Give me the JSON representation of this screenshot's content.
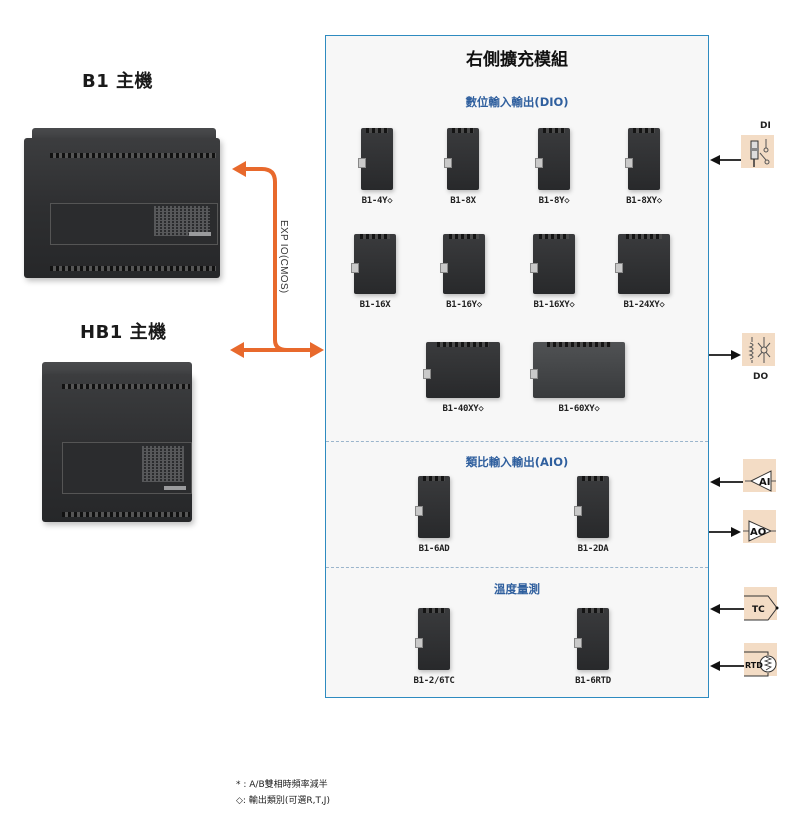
{
  "hosts": {
    "b1_title": "B1 主機",
    "hb1_title": "HB1 主機"
  },
  "bus": {
    "label": "EXP IO(CMOS)",
    "arrow_color": "#e8692c"
  },
  "panel": {
    "title": "右側擴充模組",
    "border_color": "#2e8bc0",
    "sections": {
      "dio": {
        "title": "數位輸入輸出(DIO)",
        "modules": [
          "B1-4Y◇",
          "B1-8X",
          "B1-8Y◇",
          "B1-8XY◇",
          "B1-16X",
          "B1-16Y◇",
          "B1-16XY◇",
          "B1-24XY◇",
          "B1-40XY◇",
          "B1-60XY◇"
        ]
      },
      "aio": {
        "title": "類比輸入輸出(AIO)",
        "modules": [
          "B1-6AD",
          "B1-2DA"
        ]
      },
      "temp": {
        "title": "溫度量測",
        "modules": [
          "B1-2/6TC",
          "B1-6RTD"
        ]
      }
    }
  },
  "signals": [
    {
      "id": "di",
      "label": "DI",
      "direction": "in"
    },
    {
      "id": "do",
      "label": "DO",
      "direction": "out"
    },
    {
      "id": "ai",
      "label": "AI",
      "direction": "in"
    },
    {
      "id": "ao",
      "label": "AO",
      "direction": "out"
    },
    {
      "id": "tc",
      "label": "TC",
      "direction": "in"
    },
    {
      "id": "rtd",
      "label": "RTD",
      "direction": "in"
    }
  ],
  "footnotes": [
    "* : A/B雙相時頻率減半",
    "◇: 輸出類別(可選R,T,J)"
  ]
}
